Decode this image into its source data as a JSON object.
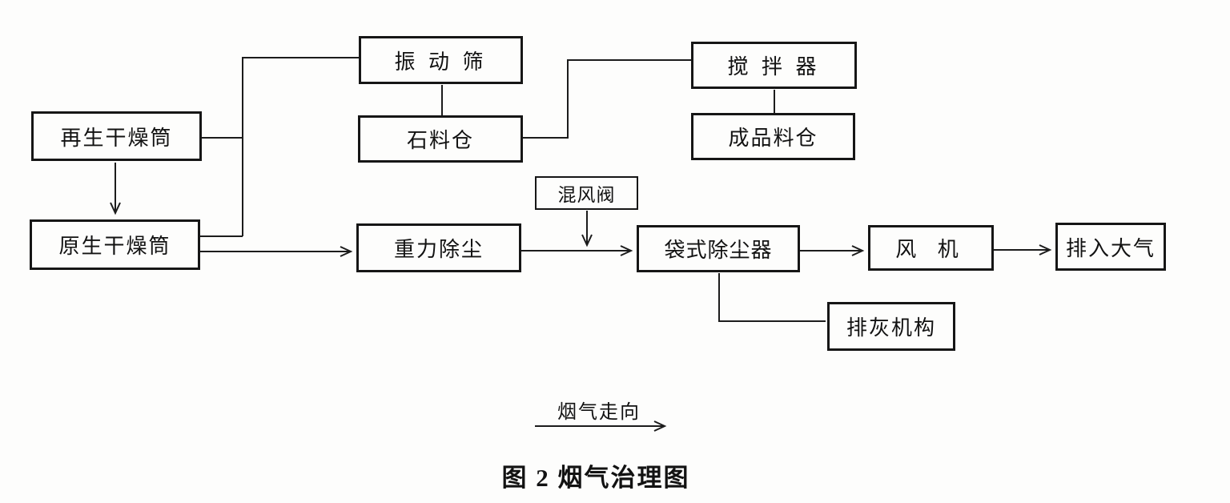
{
  "figure": {
    "caption": "图 2 烟气治理图",
    "legend_label": "烟气走向"
  },
  "nodes": {
    "regen_dryer": {
      "label": "再生干燥筒"
    },
    "primary_dryer": {
      "label": "原生干燥筒"
    },
    "vibrating_screen": {
      "label": "振 动 筛"
    },
    "stone_bin": {
      "label": "石料仓"
    },
    "mixer": {
      "label": "搅 拌 器"
    },
    "product_bin": {
      "label": "成品料仓"
    },
    "gravity_dedust": {
      "label": "重力除尘"
    },
    "mix_valve": {
      "label": "混风阀"
    },
    "bag_filter": {
      "label": "袋式除尘器"
    },
    "fan": {
      "label": "风 机"
    },
    "atmosphere": {
      "label": "排入大气"
    },
    "ash_discharge": {
      "label": "排灰机构"
    }
  },
  "edges": [
    {
      "from": "regen_dryer",
      "to": "primary_dryer",
      "arrow": true
    },
    {
      "from": "regen_dryer",
      "to": "vibrating_screen",
      "arrow": false
    },
    {
      "from": "primary_dryer",
      "to": "vibrating_screen",
      "arrow": false
    },
    {
      "from": "vibrating_screen",
      "to": "stone_bin",
      "arrow": false
    },
    {
      "from": "stone_bin",
      "to": "mixer",
      "arrow": false
    },
    {
      "from": "mixer",
      "to": "product_bin",
      "arrow": false
    },
    {
      "from": "primary_dryer",
      "to": "gravity_dedust",
      "arrow": true
    },
    {
      "from": "gravity_dedust",
      "to": "bag_filter",
      "arrow": true
    },
    {
      "from": "mix_valve",
      "to": "flue_duct_between_gravity_and_bag_filter",
      "arrow": true
    },
    {
      "from": "bag_filter",
      "to": "ash_discharge",
      "arrow": false
    },
    {
      "from": "bag_filter",
      "to": "fan",
      "arrow": true
    },
    {
      "from": "fan",
      "to": "atmosphere",
      "arrow": true
    }
  ],
  "colors": {
    "line": "#1c1c1c",
    "background": "#fdfdfc",
    "text": "#121212"
  }
}
